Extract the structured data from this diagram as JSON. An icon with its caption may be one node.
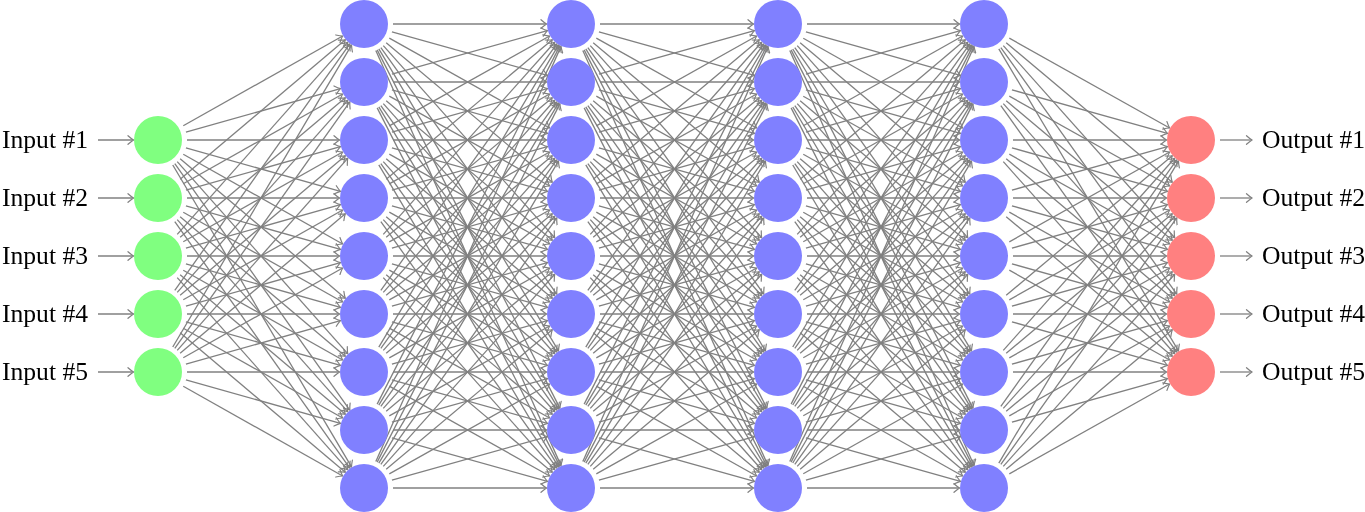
{
  "diagram": {
    "nodes": [
      {
        "text": [
          "Input #1"
        ]
      },
      {
        "text": [
          "Input #2"
        ]
      },
      {
        "text": [
          "Input #3"
        ]
      },
      {
        "text": [
          "Input #4"
        ]
      },
      {
        "text": [
          "Input #5"
        ]
      },
      {
        "text": [],
        "shape": "circle"
      },
      {
        "text": [],
        "shape": "circle"
      },
      {
        "text": [],
        "shape": "circle"
      },
      {
        "text": [],
        "shape": "circle"
      },
      {
        "text": [],
        "shape": "circle"
      },
      {
        "text": [],
        "shape": "circle"
      },
      {
        "text": [],
        "shape": "circle"
      },
      {
        "text": [],
        "shape": "circle"
      },
      {
        "text": [],
        "shape": "circle"
      },
      {
        "text": [],
        "shape": "circle"
      },
      {
        "text": [],
        "shape": "circle"
      },
      {
        "text": [],
        "shape": "circle"
      },
      {
        "text": [],
        "shape": "circle"
      },
      {
        "text": [],
        "shape": "circle"
      },
      {
        "text": [],
        "shape": "circle"
      },
      {
        "text": [],
        "shape": "circle"
      },
      {
        "text": [],
        "shape": "circle"
      },
      {
        "text": [],
        "shape": "circle"
      },
      {
        "text": [],
        "shape": "circle"
      },
      {
        "text": [],
        "shape": "circle"
      },
      {
        "text": [],
        "shape": "circle"
      },
      {
        "text": [],
        "shape": "circle"
      },
      {
        "text": [],
        "shape": "circle"
      },
      {
        "text": [],
        "shape": "circle"
      },
      {
        "text": [],
        "shape": "circle"
      },
      {
        "text": [],
        "shape": "circle"
      },
      {
        "text": [],
        "shape": "circle"
      },
      {
        "text": [],
        "shape": "circle"
      },
      {
        "text": [],
        "shape": "circle"
      },
      {
        "text": [],
        "shape": "circle"
      },
      {
        "text": [],
        "shape": "circle"
      },
      {
        "text": [],
        "shape": "circle"
      },
      {
        "text": [],
        "shape": "circle"
      },
      {
        "text": [],
        "shape": "circle"
      },
      {
        "text": [],
        "shape": "circle"
      },
      {
        "text": [],
        "shape": "circle"
      },
      {
        "text": [],
        "shape": "circle"
      },
      {
        "text": [],
        "shape": "circle"
      },
      {
        "text": [],
        "shape": "circle"
      },
      {
        "text": [],
        "shape": "circle"
      },
      {
        "text": [],
        "shape": "circle"
      },
      {
        "text": [],
        "shape": "circle"
      },
      {
        "text": [],
        "shape": "circle"
      },
      {
        "text": [],
        "shape": "circle"
      },
      {
        "text": [],
        "shape": "circle"
      },
      {
        "text": [],
        "shape": "circle"
      },
      {
        "text": [
          "Output #1"
        ]
      },
      {
        "text": [
          "Output #2"
        ]
      },
      {
        "text": [
          "Output #3"
        ]
      },
      {
        "text": [
          "Output #4"
        ]
      },
      {
        "text": [
          "Output #5"
        ]
      }
    ],
    "edges": [
      {
        "from": 0,
        "to": 5,
        "arrow": "to"
      },
      {
        "from": 1,
        "to": 6,
        "arrow": "to"
      },
      {
        "from": 2,
        "to": 7,
        "arrow": "to"
      },
      {
        "from": 3,
        "to": 8,
        "arrow": "to"
      },
      {
        "from": 4,
        "to": 9,
        "arrow": "to"
      },
      {
        "from": 5,
        "to": 10,
        "arrow": "to"
      },
      {
        "from": 5,
        "to": 11,
        "arrow": "to"
      },
      {
        "from": 5,
        "to": 12,
        "arrow": "to"
      },
      {
        "from": 5,
        "to": 13,
        "arrow": "to"
      },
      {
        "from": 5,
        "to": 14,
        "arrow": "to"
      },
      {
        "from": 5,
        "to": 15,
        "arrow": "to"
      },
      {
        "from": 5,
        "to": 16,
        "arrow": "to"
      },
      {
        "from": 5,
        "to": 17,
        "arrow": "to"
      },
      {
        "from": 5,
        "to": 18,
        "arrow": "to"
      },
      {
        "from": 6,
        "to": 10,
        "arrow": "to"
      },
      {
        "from": 6,
        "to": 11,
        "arrow": "to"
      },
      {
        "from": 6,
        "to": 12,
        "arrow": "to"
      },
      {
        "from": 6,
        "to": 13,
        "arrow": "to"
      },
      {
        "from": 6,
        "to": 14,
        "arrow": "to"
      },
      {
        "from": 6,
        "to": 15,
        "arrow": "to"
      },
      {
        "from": 6,
        "to": 16,
        "arrow": "to"
      },
      {
        "from": 6,
        "to": 17,
        "arrow": "to"
      },
      {
        "from": 6,
        "to": 18,
        "arrow": "to"
      },
      {
        "from": 7,
        "to": 10,
        "arrow": "to"
      },
      {
        "from": 7,
        "to": 11,
        "arrow": "to"
      },
      {
        "from": 7,
        "to": 12,
        "arrow": "to"
      },
      {
        "from": 7,
        "to": 13,
        "arrow": "to"
      },
      {
        "from": 7,
        "to": 14,
        "arrow": "to"
      },
      {
        "from": 7,
        "to": 15,
        "arrow": "to"
      },
      {
        "from": 7,
        "to": 16,
        "arrow": "to"
      },
      {
        "from": 7,
        "to": 17,
        "arrow": "to"
      },
      {
        "from": 7,
        "to": 18,
        "arrow": "to"
      },
      {
        "from": 8,
        "to": 10,
        "arrow": "to"
      },
      {
        "from": 8,
        "to": 11,
        "arrow": "to"
      },
      {
        "from": 8,
        "to": 12,
        "arrow": "to"
      },
      {
        "from": 8,
        "to": 13,
        "arrow": "to"
      },
      {
        "from": 8,
        "to": 14,
        "arrow": "to"
      },
      {
        "from": 8,
        "to": 15,
        "arrow": "to"
      },
      {
        "from": 8,
        "to": 16,
        "arrow": "to"
      },
      {
        "from": 8,
        "to": 17,
        "arrow": "to"
      },
      {
        "from": 8,
        "to": 18,
        "arrow": "to"
      },
      {
        "from": 9,
        "to": 10,
        "arrow": "to"
      },
      {
        "from": 9,
        "to": 11,
        "arrow": "to"
      },
      {
        "from": 9,
        "to": 12,
        "arrow": "to"
      },
      {
        "from": 9,
        "to": 13,
        "arrow": "to"
      },
      {
        "from": 9,
        "to": 14,
        "arrow": "to"
      },
      {
        "from": 9,
        "to": 15,
        "arrow": "to"
      },
      {
        "from": 9,
        "to": 16,
        "arrow": "to"
      },
      {
        "from": 9,
        "to": 17,
        "arrow": "to"
      },
      {
        "from": 9,
        "to": 18,
        "arrow": "to"
      },
      {
        "from": 10,
        "to": 19,
        "arrow": "to"
      },
      {
        "from": 10,
        "to": 20,
        "arrow": "to"
      },
      {
        "from": 10,
        "to": 21,
        "arrow": "to"
      },
      {
        "from": 10,
        "to": 22,
        "arrow": "to"
      },
      {
        "from": 10,
        "to": 23,
        "arrow": "to"
      },
      {
        "from": 10,
        "to": 24,
        "arrow": "to"
      },
      {
        "from": 10,
        "to": 25,
        "arrow": "to"
      },
      {
        "from": 10,
        "to": 26,
        "arrow": "to"
      },
      {
        "from": 10,
        "to": 27,
        "arrow": "to"
      },
      {
        "from": 11,
        "to": 19,
        "arrow": "to"
      },
      {
        "from": 11,
        "to": 20,
        "arrow": "to"
      },
      {
        "from": 11,
        "to": 21,
        "arrow": "to"
      },
      {
        "from": 11,
        "to": 22,
        "arrow": "to"
      },
      {
        "from": 11,
        "to": 23,
        "arrow": "to"
      },
      {
        "from": 11,
        "to": 24,
        "arrow": "to"
      },
      {
        "from": 11,
        "to": 25,
        "arrow": "to"
      },
      {
        "from": 11,
        "to": 26,
        "arrow": "to"
      },
      {
        "from": 11,
        "to": 27,
        "arrow": "to"
      },
      {
        "from": 12,
        "to": 19,
        "arrow": "to"
      },
      {
        "from": 12,
        "to": 20,
        "arrow": "to"
      },
      {
        "from": 12,
        "to": 21,
        "arrow": "to"
      },
      {
        "from": 12,
        "to": 22,
        "arrow": "to"
      },
      {
        "from": 12,
        "to": 23,
        "arrow": "to"
      },
      {
        "from": 12,
        "to": 24,
        "arrow": "to"
      },
      {
        "from": 12,
        "to": 25,
        "arrow": "to"
      },
      {
        "from": 12,
        "to": 26,
        "arrow": "to"
      },
      {
        "from": 12,
        "to": 27,
        "arrow": "to"
      },
      {
        "from": 13,
        "to": 19,
        "arrow": "to"
      },
      {
        "from": 13,
        "to": 20,
        "arrow": "to"
      },
      {
        "from": 13,
        "to": 21,
        "arrow": "to"
      },
      {
        "from": 13,
        "to": 22,
        "arrow": "to"
      },
      {
        "from": 13,
        "to": 23,
        "arrow": "to"
      },
      {
        "from": 13,
        "to": 24,
        "arrow": "to"
      },
      {
        "from": 13,
        "to": 25,
        "arrow": "to"
      },
      {
        "from": 13,
        "to": 26,
        "arrow": "to"
      },
      {
        "from": 13,
        "to": 27,
        "arrow": "to"
      },
      {
        "from": 14,
        "to": 19,
        "arrow": "to"
      },
      {
        "from": 14,
        "to": 20,
        "arrow": "to"
      },
      {
        "from": 14,
        "to": 21,
        "arrow": "to"
      },
      {
        "from": 14,
        "to": 22,
        "arrow": "to"
      },
      {
        "from": 14,
        "to": 23,
        "arrow": "to"
      },
      {
        "from": 14,
        "to": 24,
        "arrow": "to"
      },
      {
        "from": 14,
        "to": 25,
        "arrow": "to"
      },
      {
        "from": 14,
        "to": 26,
        "arrow": "to"
      },
      {
        "from": 14,
        "to": 27,
        "arrow": "to"
      },
      {
        "from": 15,
        "to": 19,
        "arrow": "to"
      },
      {
        "from": 15,
        "to": 20,
        "arrow": "to"
      },
      {
        "from": 15,
        "to": 21,
        "arrow": "to"
      },
      {
        "from": 15,
        "to": 22,
        "arrow": "to"
      },
      {
        "from": 15,
        "to": 23,
        "arrow": "to"
      },
      {
        "from": 15,
        "to": 24,
        "arrow": "to"
      },
      {
        "from": 15,
        "to": 25,
        "arrow": "to"
      },
      {
        "from": 15,
        "to": 26,
        "arrow": "to"
      },
      {
        "from": 15,
        "to": 27,
        "arrow": "to"
      },
      {
        "from": 16,
        "to": 19,
        "arrow": "to"
      },
      {
        "from": 16,
        "to": 20,
        "arrow": "to"
      },
      {
        "from": 16,
        "to": 21,
        "arrow": "to"
      },
      {
        "from": 16,
        "to": 22,
        "arrow": "to"
      },
      {
        "from": 16,
        "to": 23,
        "arrow": "to"
      },
      {
        "from": 16,
        "to": 24,
        "arrow": "to"
      },
      {
        "from": 16,
        "to": 25,
        "arrow": "to"
      },
      {
        "from": 16,
        "to": 26,
        "arrow": "to"
      },
      {
        "from": 16,
        "to": 27,
        "arrow": "to"
      },
      {
        "from": 17,
        "to": 19,
        "arrow": "to"
      },
      {
        "from": 17,
        "to": 20,
        "arrow": "to"
      },
      {
        "from": 17,
        "to": 21,
        "arrow": "to"
      },
      {
        "from": 17,
        "to": 22,
        "arrow": "to"
      },
      {
        "from": 17,
        "to": 23,
        "arrow": "to"
      },
      {
        "from": 17,
        "to": 24,
        "arrow": "to"
      },
      {
        "from": 17,
        "to": 25,
        "arrow": "to"
      },
      {
        "from": 17,
        "to": 26,
        "arrow": "to"
      },
      {
        "from": 17,
        "to": 27,
        "arrow": "to"
      },
      {
        "from": 18,
        "to": 19,
        "arrow": "to"
      },
      {
        "from": 18,
        "to": 20,
        "arrow": "to"
      },
      {
        "from": 18,
        "to": 21,
        "arrow": "to"
      },
      {
        "from": 18,
        "to": 22,
        "arrow": "to"
      },
      {
        "from": 18,
        "to": 23,
        "arrow": "to"
      },
      {
        "from": 18,
        "to": 24,
        "arrow": "to"
      },
      {
        "from": 18,
        "to": 25,
        "arrow": "to"
      },
      {
        "from": 18,
        "to": 26,
        "arrow": "to"
      },
      {
        "from": 18,
        "to": 27,
        "arrow": "to"
      },
      {
        "from": 19,
        "to": 28,
        "arrow": "to"
      },
      {
        "from": 19,
        "to": 29,
        "arrow": "to"
      },
      {
        "from": 19,
        "to": 30,
        "arrow": "to"
      },
      {
        "from": 19,
        "to": 31,
        "arrow": "to"
      },
      {
        "from": 19,
        "to": 32,
        "arrow": "to"
      },
      {
        "from": 19,
        "to": 33,
        "arrow": "to"
      },
      {
        "from": 19,
        "to": 34,
        "arrow": "to"
      },
      {
        "from": 19,
        "to": 35,
        "arrow": "to"
      },
      {
        "from": 19,
        "to": 36,
        "arrow": "to"
      },
      {
        "from": 20,
        "to": 28,
        "arrow": "to"
      },
      {
        "from": 20,
        "to": 29,
        "arrow": "to"
      },
      {
        "from": 20,
        "to": 30,
        "arrow": "to"
      },
      {
        "from": 20,
        "to": 31,
        "arrow": "to"
      },
      {
        "from": 20,
        "to": 32,
        "arrow": "to"
      },
      {
        "from": 20,
        "to": 33,
        "arrow": "to"
      },
      {
        "from": 20,
        "to": 34,
        "arrow": "to"
      },
      {
        "from": 20,
        "to": 35,
        "arrow": "to"
      },
      {
        "from": 20,
        "to": 36,
        "arrow": "to"
      },
      {
        "from": 21,
        "to": 28,
        "arrow": "to"
      },
      {
        "from": 21,
        "to": 29,
        "arrow": "to"
      },
      {
        "from": 21,
        "to": 30,
        "arrow": "to"
      },
      {
        "from": 21,
        "to": 31,
        "arrow": "to"
      },
      {
        "from": 21,
        "to": 32,
        "arrow": "to"
      },
      {
        "from": 21,
        "to": 33,
        "arrow": "to"
      },
      {
        "from": 21,
        "to": 34,
        "arrow": "to"
      },
      {
        "from": 21,
        "to": 35,
        "arrow": "to"
      },
      {
        "from": 21,
        "to": 36,
        "arrow": "to"
      },
      {
        "from": 22,
        "to": 28,
        "arrow": "to"
      },
      {
        "from": 22,
        "to": 29,
        "arrow": "to"
      },
      {
        "from": 22,
        "to": 30,
        "arrow": "to"
      },
      {
        "from": 22,
        "to": 31,
        "arrow": "to"
      },
      {
        "from": 22,
        "to": 32,
        "arrow": "to"
      },
      {
        "from": 22,
        "to": 33,
        "arrow": "to"
      },
      {
        "from": 22,
        "to": 34,
        "arrow": "to"
      },
      {
        "from": 22,
        "to": 35,
        "arrow": "to"
      },
      {
        "from": 22,
        "to": 36,
        "arrow": "to"
      },
      {
        "from": 23,
        "to": 28,
        "arrow": "to"
      },
      {
        "from": 23,
        "to": 29,
        "arrow": "to"
      },
      {
        "from": 23,
        "to": 30,
        "arrow": "to"
      },
      {
        "from": 23,
        "to": 31,
        "arrow": "to"
      },
      {
        "from": 23,
        "to": 32,
        "arrow": "to"
      },
      {
        "from": 23,
        "to": 33,
        "arrow": "to"
      },
      {
        "from": 23,
        "to": 34,
        "arrow": "to"
      },
      {
        "from": 23,
        "to": 35,
        "arrow": "to"
      },
      {
        "from": 23,
        "to": 36,
        "arrow": "to"
      },
      {
        "from": 24,
        "to": 28,
        "arrow": "to"
      },
      {
        "from": 24,
        "to": 29,
        "arrow": "to"
      },
      {
        "from": 24,
        "to": 30,
        "arrow": "to"
      },
      {
        "from": 24,
        "to": 31,
        "arrow": "to"
      },
      {
        "from": 24,
        "to": 32,
        "arrow": "to"
      },
      {
        "from": 24,
        "to": 33,
        "arrow": "to"
      },
      {
        "from": 24,
        "to": 34,
        "arrow": "to"
      },
      {
        "from": 24,
        "to": 35,
        "arrow": "to"
      },
      {
        "from": 24,
        "to": 36,
        "arrow": "to"
      },
      {
        "from": 25,
        "to": 28,
        "arrow": "to"
      },
      {
        "from": 25,
        "to": 29,
        "arrow": "to"
      },
      {
        "from": 25,
        "to": 30,
        "arrow": "to"
      },
      {
        "from": 25,
        "to": 31,
        "arrow": "to"
      },
      {
        "from": 25,
        "to": 32,
        "arrow": "to"
      },
      {
        "from": 25,
        "to": 33,
        "arrow": "to"
      },
      {
        "from": 25,
        "to": 34,
        "arrow": "to"
      },
      {
        "from": 25,
        "to": 35,
        "arrow": "to"
      },
      {
        "from": 25,
        "to": 36,
        "arrow": "to"
      },
      {
        "from": 26,
        "to": 28,
        "arrow": "to"
      },
      {
        "from": 26,
        "to": 29,
        "arrow": "to"
      },
      {
        "from": 26,
        "to": 30,
        "arrow": "to"
      },
      {
        "from": 26,
        "to": 31,
        "arrow": "to"
      },
      {
        "from": 26,
        "to": 32,
        "arrow": "to"
      },
      {
        "from": 26,
        "to": 33,
        "arrow": "to"
      },
      {
        "from": 26,
        "to": 34,
        "arrow": "to"
      },
      {
        "from": 26,
        "to": 35,
        "arrow": "to"
      },
      {
        "from": 26,
        "to": 36,
        "arrow": "to"
      },
      {
        "from": 27,
        "to": 28,
        "arrow": "to"
      },
      {
        "from": 27,
        "to": 29,
        "arrow": "to"
      },
      {
        "from": 27,
        "to": 30,
        "arrow": "to"
      },
      {
        "from": 27,
        "to": 31,
        "arrow": "to"
      },
      {
        "from": 27,
        "to": 32,
        "arrow": "to"
      },
      {
        "from": 27,
        "to": 33,
        "arrow": "to"
      },
      {
        "from": 27,
        "to": 34,
        "arrow": "to"
      },
      {
        "from": 27,
        "to": 35,
        "arrow": "to"
      },
      {
        "from": 27,
        "to": 36,
        "arrow": "to"
      },
      {
        "from": 28,
        "to": 37,
        "arrow": "to"
      },
      {
        "from": 28,
        "to": 38,
        "arrow": "to"
      },
      {
        "from": 28,
        "to": 39,
        "arrow": "to"
      },
      {
        "from": 28,
        "to": 40,
        "arrow": "to"
      },
      {
        "from": 28,
        "to": 41,
        "arrow": "to"
      },
      {
        "from": 28,
        "to": 42,
        "arrow": "to"
      },
      {
        "from": 28,
        "to": 43,
        "arrow": "to"
      },
      {
        "from": 28,
        "to": 44,
        "arrow": "to"
      },
      {
        "from": 28,
        "to": 45,
        "arrow": "to"
      },
      {
        "from": 29,
        "to": 37,
        "arrow": "to"
      },
      {
        "from": 29,
        "to": 38,
        "arrow": "to"
      },
      {
        "from": 29,
        "to": 39,
        "arrow": "to"
      },
      {
        "from": 29,
        "to": 40,
        "arrow": "to"
      },
      {
        "from": 29,
        "to": 41,
        "arrow": "to"
      },
      {
        "from": 29,
        "to": 42,
        "arrow": "to"
      },
      {
        "from": 29,
        "to": 43,
        "arrow": "to"
      },
      {
        "from": 29,
        "to": 44,
        "arrow": "to"
      },
      {
        "from": 29,
        "to": 45,
        "arrow": "to"
      },
      {
        "from": 30,
        "to": 37,
        "arrow": "to"
      },
      {
        "from": 30,
        "to": 38,
        "arrow": "to"
      },
      {
        "from": 30,
        "to": 39,
        "arrow": "to"
      },
      {
        "from": 30,
        "to": 40,
        "arrow": "to"
      },
      {
        "from": 30,
        "to": 41,
        "arrow": "to"
      },
      {
        "from": 30,
        "to": 42,
        "arrow": "to"
      },
      {
        "from": 30,
        "to": 43,
        "arrow": "to"
      },
      {
        "from": 30,
        "to": 44,
        "arrow": "to"
      },
      {
        "from": 30,
        "to": 45,
        "arrow": "to"
      },
      {
        "from": 31,
        "to": 37,
        "arrow": "to"
      },
      {
        "from": 31,
        "to": 38,
        "arrow": "to"
      },
      {
        "from": 31,
        "to": 39,
        "arrow": "to"
      },
      {
        "from": 31,
        "to": 40,
        "arrow": "to"
      },
      {
        "from": 31,
        "to": 41,
        "arrow": "to"
      },
      {
        "from": 31,
        "to": 42,
        "arrow": "to"
      },
      {
        "from": 31,
        "to": 43,
        "arrow": "to"
      },
      {
        "from": 31,
        "to": 44,
        "arrow": "to"
      },
      {
        "from": 31,
        "to": 45,
        "arrow": "to"
      },
      {
        "from": 32,
        "to": 37,
        "arrow": "to"
      },
      {
        "from": 32,
        "to": 38,
        "arrow": "to"
      },
      {
        "from": 32,
        "to": 39,
        "arrow": "to"
      },
      {
        "from": 32,
        "to": 40,
        "arrow": "to"
      },
      {
        "from": 32,
        "to": 41,
        "arrow": "to"
      },
      {
        "from": 32,
        "to": 42,
        "arrow": "to"
      },
      {
        "from": 32,
        "to": 43,
        "arrow": "to"
      },
      {
        "from": 32,
        "to": 44,
        "arrow": "to"
      },
      {
        "from": 32,
        "to": 45,
        "arrow": "to"
      },
      {
        "from": 33,
        "to": 37,
        "arrow": "to"
      },
      {
        "from": 33,
        "to": 38,
        "arrow": "to"
      },
      {
        "from": 33,
        "to": 39,
        "arrow": "to"
      },
      {
        "from": 33,
        "to": 40,
        "arrow": "to"
      },
      {
        "from": 33,
        "to": 41,
        "arrow": "to"
      },
      {
        "from": 33,
        "to": 42,
        "arrow": "to"
      },
      {
        "from": 33,
        "to": 43,
        "arrow": "to"
      },
      {
        "from": 33,
        "to": 44,
        "arrow": "to"
      },
      {
        "from": 33,
        "to": 45,
        "arrow": "to"
      },
      {
        "from": 34,
        "to": 37,
        "arrow": "to"
      },
      {
        "from": 34,
        "to": 38,
        "arrow": "to"
      },
      {
        "from": 34,
        "to": 39,
        "arrow": "to"
      },
      {
        "from": 34,
        "to": 40,
        "arrow": "to"
      },
      {
        "from": 34,
        "to": 41,
        "arrow": "to"
      },
      {
        "from": 34,
        "to": 42,
        "arrow": "to"
      },
      {
        "from": 34,
        "to": 43,
        "arrow": "to"
      },
      {
        "from": 34,
        "to": 44,
        "arrow": "to"
      },
      {
        "from": 34,
        "to": 45,
        "arrow": "to"
      },
      {
        "from": 35,
        "to": 37,
        "arrow": "to"
      },
      {
        "from": 35,
        "to": 38,
        "arrow": "to"
      },
      {
        "from": 35,
        "to": 39,
        "arrow": "to"
      },
      {
        "from": 35,
        "to": 40,
        "arrow": "to"
      },
      {
        "from": 35,
        "to": 41,
        "arrow": "to"
      },
      {
        "from": 35,
        "to": 42,
        "arrow": "to"
      },
      {
        "from": 35,
        "to": 43,
        "arrow": "to"
      },
      {
        "from": 35,
        "to": 44,
        "arrow": "to"
      },
      {
        "from": 35,
        "to": 45,
        "arrow": "to"
      },
      {
        "from": 36,
        "to": 37,
        "arrow": "to"
      },
      {
        "from": 36,
        "to": 38,
        "arrow": "to"
      },
      {
        "from": 36,
        "to": 39,
        "arrow": "to"
      },
      {
        "from": 36,
        "to": 40,
        "arrow": "to"
      },
      {
        "from": 36,
        "to": 41,
        "arrow": "to"
      },
      {
        "from": 36,
        "to": 42,
        "arrow": "to"
      },
      {
        "from": 36,
        "to": 43,
        "arrow": "to"
      },
      {
        "from": 36,
        "to": 44,
        "arrow": "to"
      },
      {
        "from": 36,
        "to": 45,
        "arrow": "to"
      },
      {
        "from": 37,
        "to": 46,
        "arrow": "to"
      },
      {
        "from": 37,
        "to": 47,
        "arrow": "to"
      },
      {
        "from": 37,
        "to": 48,
        "arrow": "to"
      },
      {
        "from": 37,
        "to": 49,
        "arrow": "to"
      },
      {
        "from": 37,
        "to": 50,
        "arrow": "to"
      },
      {
        "from": 38,
        "to": 46,
        "arrow": "to"
      },
      {
        "from": 38,
        "to": 47,
        "arrow": "to"
      },
      {
        "from": 38,
        "to": 48,
        "arrow": "to"
      },
      {
        "from": 38,
        "to": 49,
        "arrow": "to"
      },
      {
        "from": 38,
        "to": 50,
        "arrow": "to"
      },
      {
        "from": 39,
        "to": 46,
        "arrow": "to"
      },
      {
        "from": 39,
        "to": 47,
        "arrow": "to"
      },
      {
        "from": 39,
        "to": 48,
        "arrow": "to"
      },
      {
        "from": 39,
        "to": 49,
        "arrow": "to"
      },
      {
        "from": 39,
        "to": 50,
        "arrow": "to"
      },
      {
        "from": 40,
        "to": 46,
        "arrow": "to"
      },
      {
        "from": 40,
        "to": 47,
        "arrow": "to"
      },
      {
        "from": 40,
        "to": 48,
        "arrow": "to"
      },
      {
        "from": 40,
        "to": 49,
        "arrow": "to"
      },
      {
        "from": 40,
        "to": 50,
        "arrow": "to"
      },
      {
        "from": 41,
        "to": 46,
        "arrow": "to"
      },
      {
        "from": 41,
        "to": 47,
        "arrow": "to"
      },
      {
        "from": 41,
        "to": 48,
        "arrow": "to"
      },
      {
        "from": 41,
        "to": 49,
        "arrow": "to"
      },
      {
        "from": 41,
        "to": 50,
        "arrow": "to"
      },
      {
        "from": 42,
        "to": 46,
        "arrow": "to"
      },
      {
        "from": 42,
        "to": 47,
        "arrow": "to"
      },
      {
        "from": 42,
        "to": 48,
        "arrow": "to"
      },
      {
        "from": 42,
        "to": 49,
        "arrow": "to"
      },
      {
        "from": 42,
        "to": 50,
        "arrow": "to"
      },
      {
        "from": 43,
        "to": 46,
        "arrow": "to"
      },
      {
        "from": 43,
        "to": 47,
        "arrow": "to"
      },
      {
        "from": 43,
        "to": 48,
        "arrow": "to"
      },
      {
        "from": 43,
        "to": 49,
        "arrow": "to"
      },
      {
        "from": 43,
        "to": 50,
        "arrow": "to"
      },
      {
        "from": 44,
        "to": 46,
        "arrow": "to"
      },
      {
        "from": 44,
        "to": 47,
        "arrow": "to"
      },
      {
        "from": 44,
        "to": 48,
        "arrow": "to"
      },
      {
        "from": 44,
        "to": 49,
        "arrow": "to"
      },
      {
        "from": 44,
        "to": 50,
        "arrow": "to"
      },
      {
        "from": 45,
        "to": 46,
        "arrow": "to"
      },
      {
        "from": 45,
        "to": 47,
        "arrow": "to"
      },
      {
        "from": 45,
        "to": 48,
        "arrow": "to"
      },
      {
        "from": 45,
        "to": 49,
        "arrow": "to"
      },
      {
        "from": 45,
        "to": 50,
        "arrow": "to"
      },
      {
        "from": 46,
        "to": 51,
        "arrow": "to"
      },
      {
        "from": 47,
        "to": 52,
        "arrow": "to"
      },
      {
        "from": 48,
        "to": 53,
        "arrow": "to"
      },
      {
        "from": 49,
        "to": 54,
        "arrow": "to"
      },
      {
        "from": 50,
        "to": 55,
        "arrow": "to"
      }
    ]
  }
}
